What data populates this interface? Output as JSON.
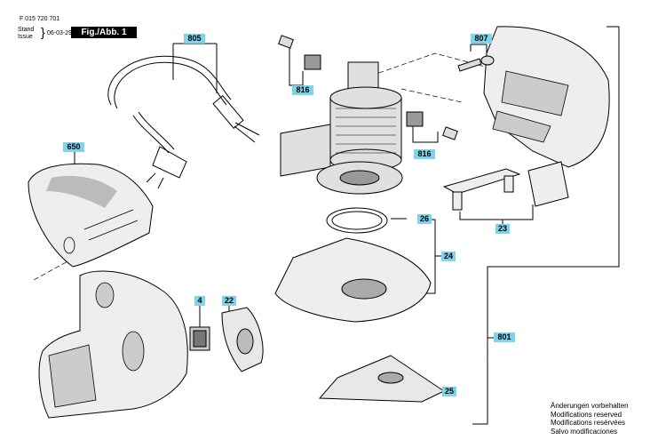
{
  "header": {
    "doc_number": "F 015 720 701",
    "stand_label": "Stand",
    "issue_label": "Issue",
    "date": "06-03-29",
    "figure_label": "Fig./Abb. 1"
  },
  "callouts": {
    "c805": "805",
    "c650": "650",
    "c816a": "816",
    "c807": "807",
    "c816b": "816",
    "c26": "26",
    "c24": "24",
    "c23": "23",
    "c4": "4",
    "c22": "22",
    "c801": "801",
    "c25": "25"
  },
  "notes": [
    "Änderungen vorbehalten",
    "Modifications reserved",
    "Modifications resérvées",
    "Salvo modificaciones"
  ],
  "colors": {
    "callout_fill": "#7fd3ea",
    "line": "#000000"
  }
}
